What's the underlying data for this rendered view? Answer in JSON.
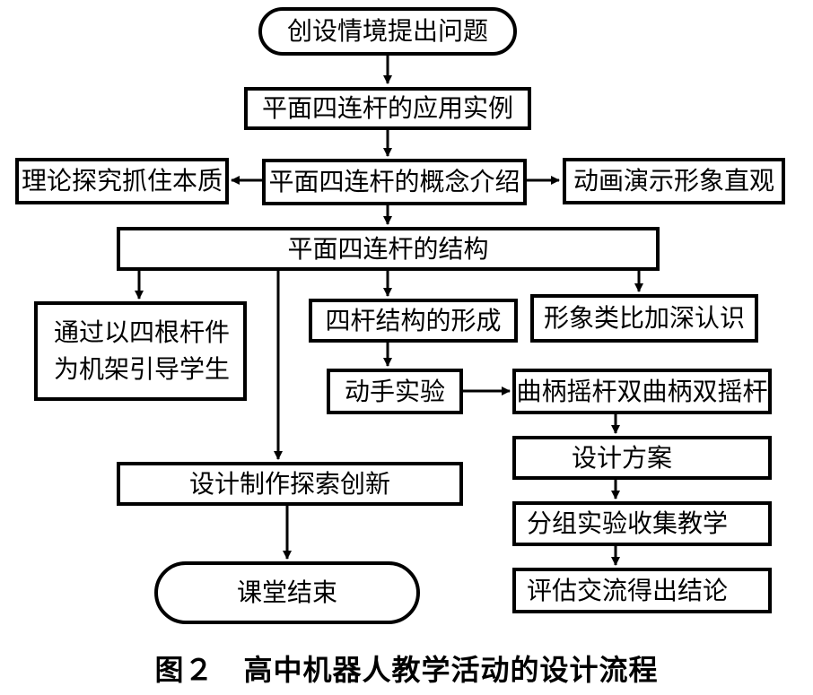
{
  "nodes": {
    "start": "创设情境提出问题",
    "example": "平面四连杆的应用实例",
    "concept": "平面四连杆的概念介绍",
    "theory": "理论探究抓住本质",
    "animation": "动画演示形象直观",
    "structure": "平面四连杆的结构",
    "guide_line1": "通过以四根杆件",
    "guide_line2": "为机架引导学生",
    "formation": "四杆结构的形成",
    "analogy": "形象类比加深认识",
    "hands_on": "动手实验",
    "crank": "曲柄摇杆双曲柄双摇杆",
    "design_plan": "设计方案",
    "group_exp": "分组实验收集教学",
    "evaluate": "评估交流得出结论",
    "innovate": "设计制作探索创新",
    "end": "课堂结束"
  },
  "caption": "图２　高中机器人教学活动的设计流程"
}
